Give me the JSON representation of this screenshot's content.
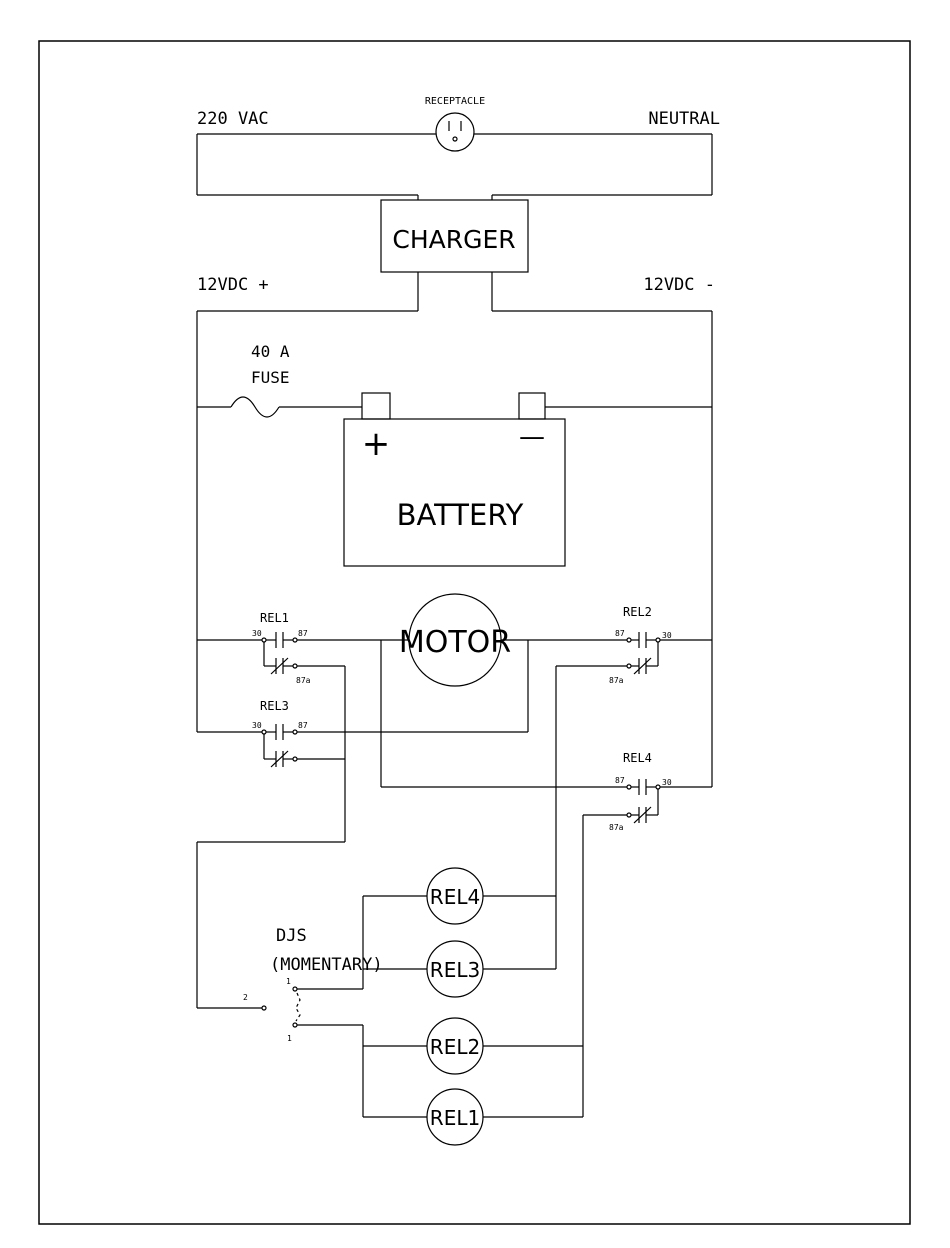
{
  "labels": {
    "ac_left": "220 VAC",
    "receptacle": "RECEPTACLE",
    "ac_right": "NEUTRAL",
    "charger": "CHARGER",
    "dc_pos": "12VDC +",
    "dc_neg": "12VDC -",
    "fuse_rating": "40 A",
    "fuse": "FUSE",
    "battery": "BATTERY",
    "battery_pos": "+",
    "battery_neg": "—",
    "motor": "MOTOR",
    "switch_name": "DJS",
    "switch_type": "(MOMENTARY)"
  },
  "relays": {
    "rel1": {
      "name": "REL1",
      "pin30": "30",
      "pin87": "87",
      "pin87a": "87a"
    },
    "rel2": {
      "name": "REL2",
      "pin30": "30",
      "pin87": "87",
      "pin87a": "87a"
    },
    "rel3": {
      "name": "REL3",
      "pin30": "30",
      "pin87": "87"
    },
    "rel4": {
      "name": "REL4",
      "pin30": "30",
      "pin87": "87",
      "pin87a": "87a"
    }
  },
  "coils": [
    "REL4",
    "REL3",
    "REL2",
    "REL1"
  ],
  "switch_pins": {
    "common": "2",
    "pos_a": "1",
    "pos_b": "1"
  }
}
